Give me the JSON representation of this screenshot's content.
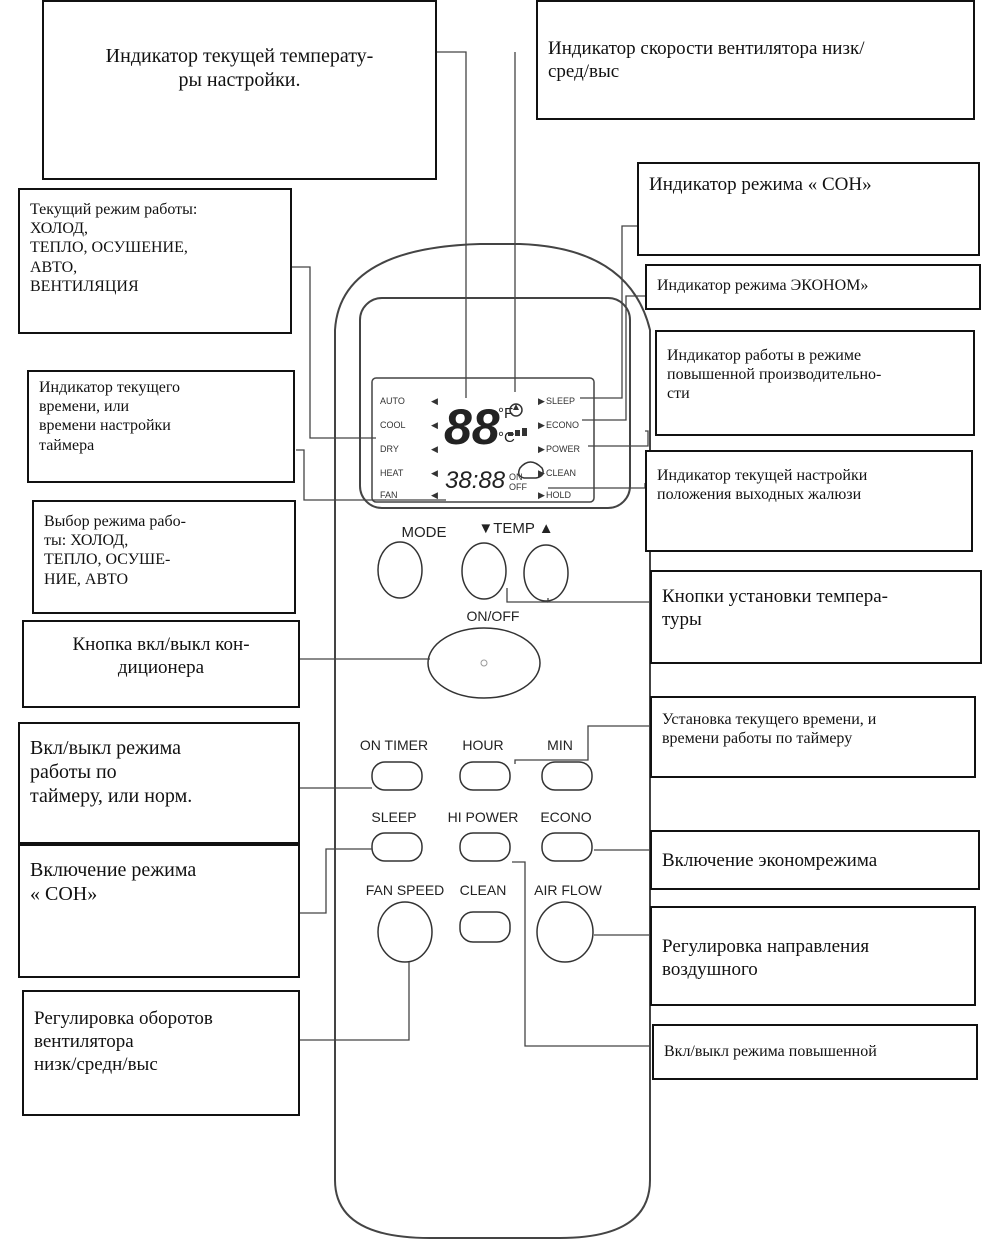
{
  "remote": {
    "lcd": {
      "modes": [
        "AUTO",
        "COOL",
        "DRY",
        "HEAT",
        "FAN"
      ],
      "functions": [
        "SLEEP",
        "ECONO",
        "POWER",
        "CLEAN",
        "HOLD"
      ],
      "temp_digits": "88",
      "unit_f": "°F",
      "unit_c": "°C",
      "time_digits": "38:88",
      "on_label": "ON",
      "off_label": "OFF"
    },
    "buttons": {
      "mode": "MODE",
      "temp": "▼TEMP ▲",
      "on_off": "ON/OFF",
      "on_timer": "ON TIMER",
      "hour": "HOUR",
      "min": "MIN",
      "sleep": "SLEEP",
      "hi_power": "HI POWER",
      "econo": "ECONO",
      "fan_speed": "FAN SPEED",
      "clean": "CLEAN",
      "air_flow": "AIR FLOW"
    }
  },
  "callouts": {
    "set_temp": "Индикатор текущей температу-\nры настройки.",
    "fan_speed_ind": "Индикатор скорости вентилятора низк/\nсред/выс",
    "sleep_ind": "Индикатор режима « СОН»",
    "current_mode": "Текущий режим работы:\nХОЛОД,\nТЕПЛО, ОСУШЕНИЕ,\nАВТО,\nВЕНТИЛЯЦИЯ",
    "econo_ind": "Индикатор режима  ЭКОНОМ»",
    "hipower_ind": "Индикатор работы в режиме\nповышенной производительно-\nсти",
    "time_ind": "Индикатор текущего\nвремени, или\nвремени настройки\nтаймера",
    "louver_ind": "Индикатор текущей настройки\nположения выходных жалюзи",
    "mode_select": "Выбор режима рабо-\nты: ХОЛОД,\nТЕПЛО, ОСУШЕ-\nНИЕ, АВТО",
    "temp_buttons": "Кнопки установки темпера-\nтуры",
    "power_button": "Кнопка вкл/выкл кон-\nдиционера",
    "clock_set": "Установка текущего времени, и\nвремени работы по таймеру",
    "timer_toggle": "Вкл/выкл режима\nработы по\nтаймеру, или норм.",
    "sleep_on": "Включение режима\n« СОН»",
    "econo_on": "Включение экономрежима",
    "air_dir": "Регулировка направления\nвоздушного",
    "fan_rpm": "Регулировка оборотов\nвентилятора\nнизк/средн/выс",
    "hipower_toggle": "Вкл/выкл режима повышенной"
  }
}
